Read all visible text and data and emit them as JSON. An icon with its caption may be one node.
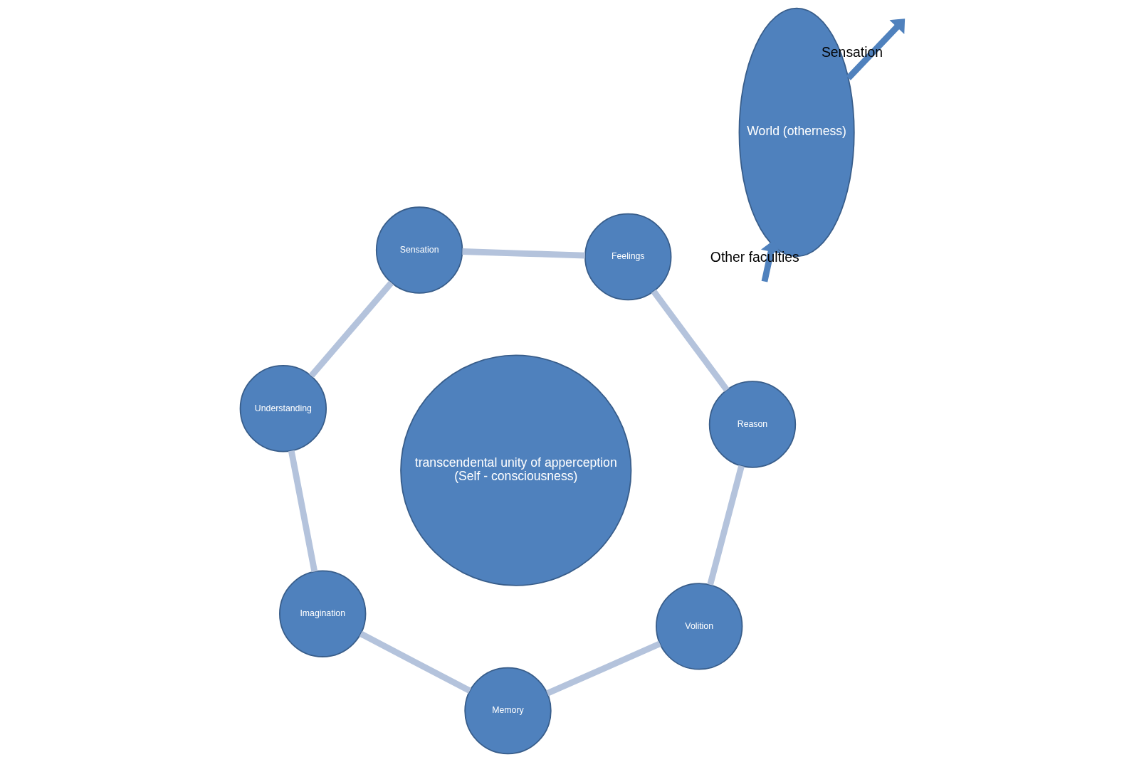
{
  "diagram": {
    "nodes": [
      {
        "text": [
          "World (otherness)"
        ]
      },
      {
        "text": [
          "Understanding"
        ]
      },
      {
        "text": [
          "Sensation"
        ]
      },
      {
        "text": [
          "Imagination"
        ]
      },
      {
        "text": [
          "transcendental unity of apperception",
          "(Self - consciousness)"
        ]
      },
      {
        "text": [
          "Feelings"
        ]
      },
      {
        "text": [
          "Memory"
        ]
      },
      {
        "text": [
          "Reason"
        ]
      },
      {
        "text": [
          "Volition"
        ]
      }
    ],
    "edges": [
      {
        "from": 0,
        "to": null,
        "arrow": "to",
        "label": "Sensation",
        "color": "#4f81bd"
      },
      {
        "from": null,
        "to": 0,
        "arrow": "to",
        "label": "Other faculties",
        "color": "#4f81bd"
      },
      {
        "from": 1,
        "to": 3,
        "arrow": "none",
        "color": "#b4c3dc"
      },
      {
        "from": 3,
        "to": 6,
        "arrow": "none",
        "color": "#b4c3dc"
      },
      {
        "from": 6,
        "to": 8,
        "arrow": "none",
        "color": "#b4c3dc"
      },
      {
        "from": 8,
        "to": 7,
        "arrow": "none",
        "color": "#b4c3dc"
      },
      {
        "from": 7,
        "to": 5,
        "arrow": "none",
        "color": "#b4c3dc"
      },
      {
        "from": 5,
        "to": 2,
        "arrow": "none",
        "color": "#b4c3dc"
      },
      {
        "from": 2,
        "to": 1,
        "arrow": "none",
        "color": "#b4c3dc"
      }
    ]
  }
}
